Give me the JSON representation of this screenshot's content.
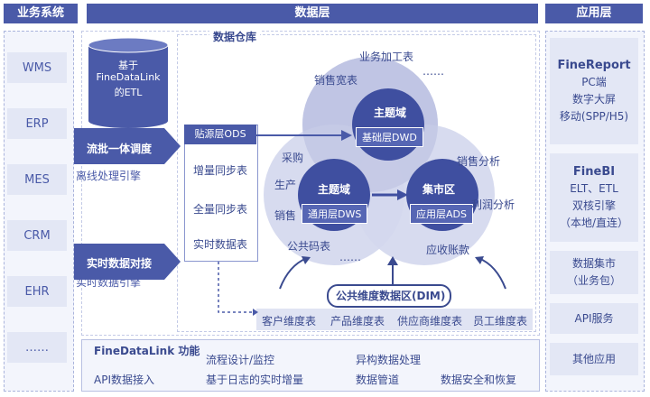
{
  "headers": {
    "business": "业务系统",
    "data_layer": "数据层",
    "app_layer": "应用层"
  },
  "systems": [
    "WMS",
    "ERP",
    "MES",
    "CRM",
    "EHR",
    "……"
  ],
  "etl": {
    "line1": "基于",
    "line2": "FineDataLink",
    "line3": "的ETL"
  },
  "flows": [
    {
      "title": "流批一体调度",
      "sub": "离线处理引擎"
    },
    {
      "title": "实时数据对接",
      "sub": "实时数据引擎"
    }
  ],
  "warehouse_label": "数据仓库",
  "ods": {
    "title": "贴源层ODS",
    "items": [
      "增量同步表",
      "全量同步表",
      "实时数据表"
    ]
  },
  "circles": {
    "dwd": {
      "title": "主题域",
      "chip": "基础层DWD"
    },
    "dws": {
      "title": "主题域",
      "chip": "通用层DWS"
    },
    "ads": {
      "title": "集市区",
      "chip": "应用层ADS"
    }
  },
  "labels": {
    "business_table": "业务加工表",
    "sales_wide": "销售宽表",
    "dots_top": "……",
    "purchase": "采购",
    "production": "生产",
    "sales": "销售",
    "public_code": "公共码表",
    "dots_bottom": "……",
    "sales_analysis": "销售分析",
    "profit_analysis": "利润分析",
    "receivables": "应收账款"
  },
  "dim": {
    "title": "公共维度数据区(DIM)",
    "items": [
      "客户维度表",
      "产品维度表",
      "供应商维度表",
      "员工维度表"
    ]
  },
  "fdl": {
    "title": "FineDataLink 功能",
    "items": [
      "流程设计/监控",
      "异构数据处理",
      "API数据接入",
      "基于日志的实时增量",
      "数据管道",
      "数据安全和恢复"
    ]
  },
  "apps": {
    "finereport": {
      "title": "FineReport",
      "lines": [
        "PC端",
        "数字大屏",
        "移动(SPP/H5)"
      ]
    },
    "finebi": {
      "title": "FineBI",
      "lines": [
        "ELT、ETL",
        "双核引擎",
        "（本地/直连）"
      ]
    },
    "mart": {
      "lines": [
        "数据集市",
        "（业务包）"
      ]
    },
    "api": {
      "label": "API服务"
    },
    "other": {
      "label": "其他应用"
    }
  }
}
